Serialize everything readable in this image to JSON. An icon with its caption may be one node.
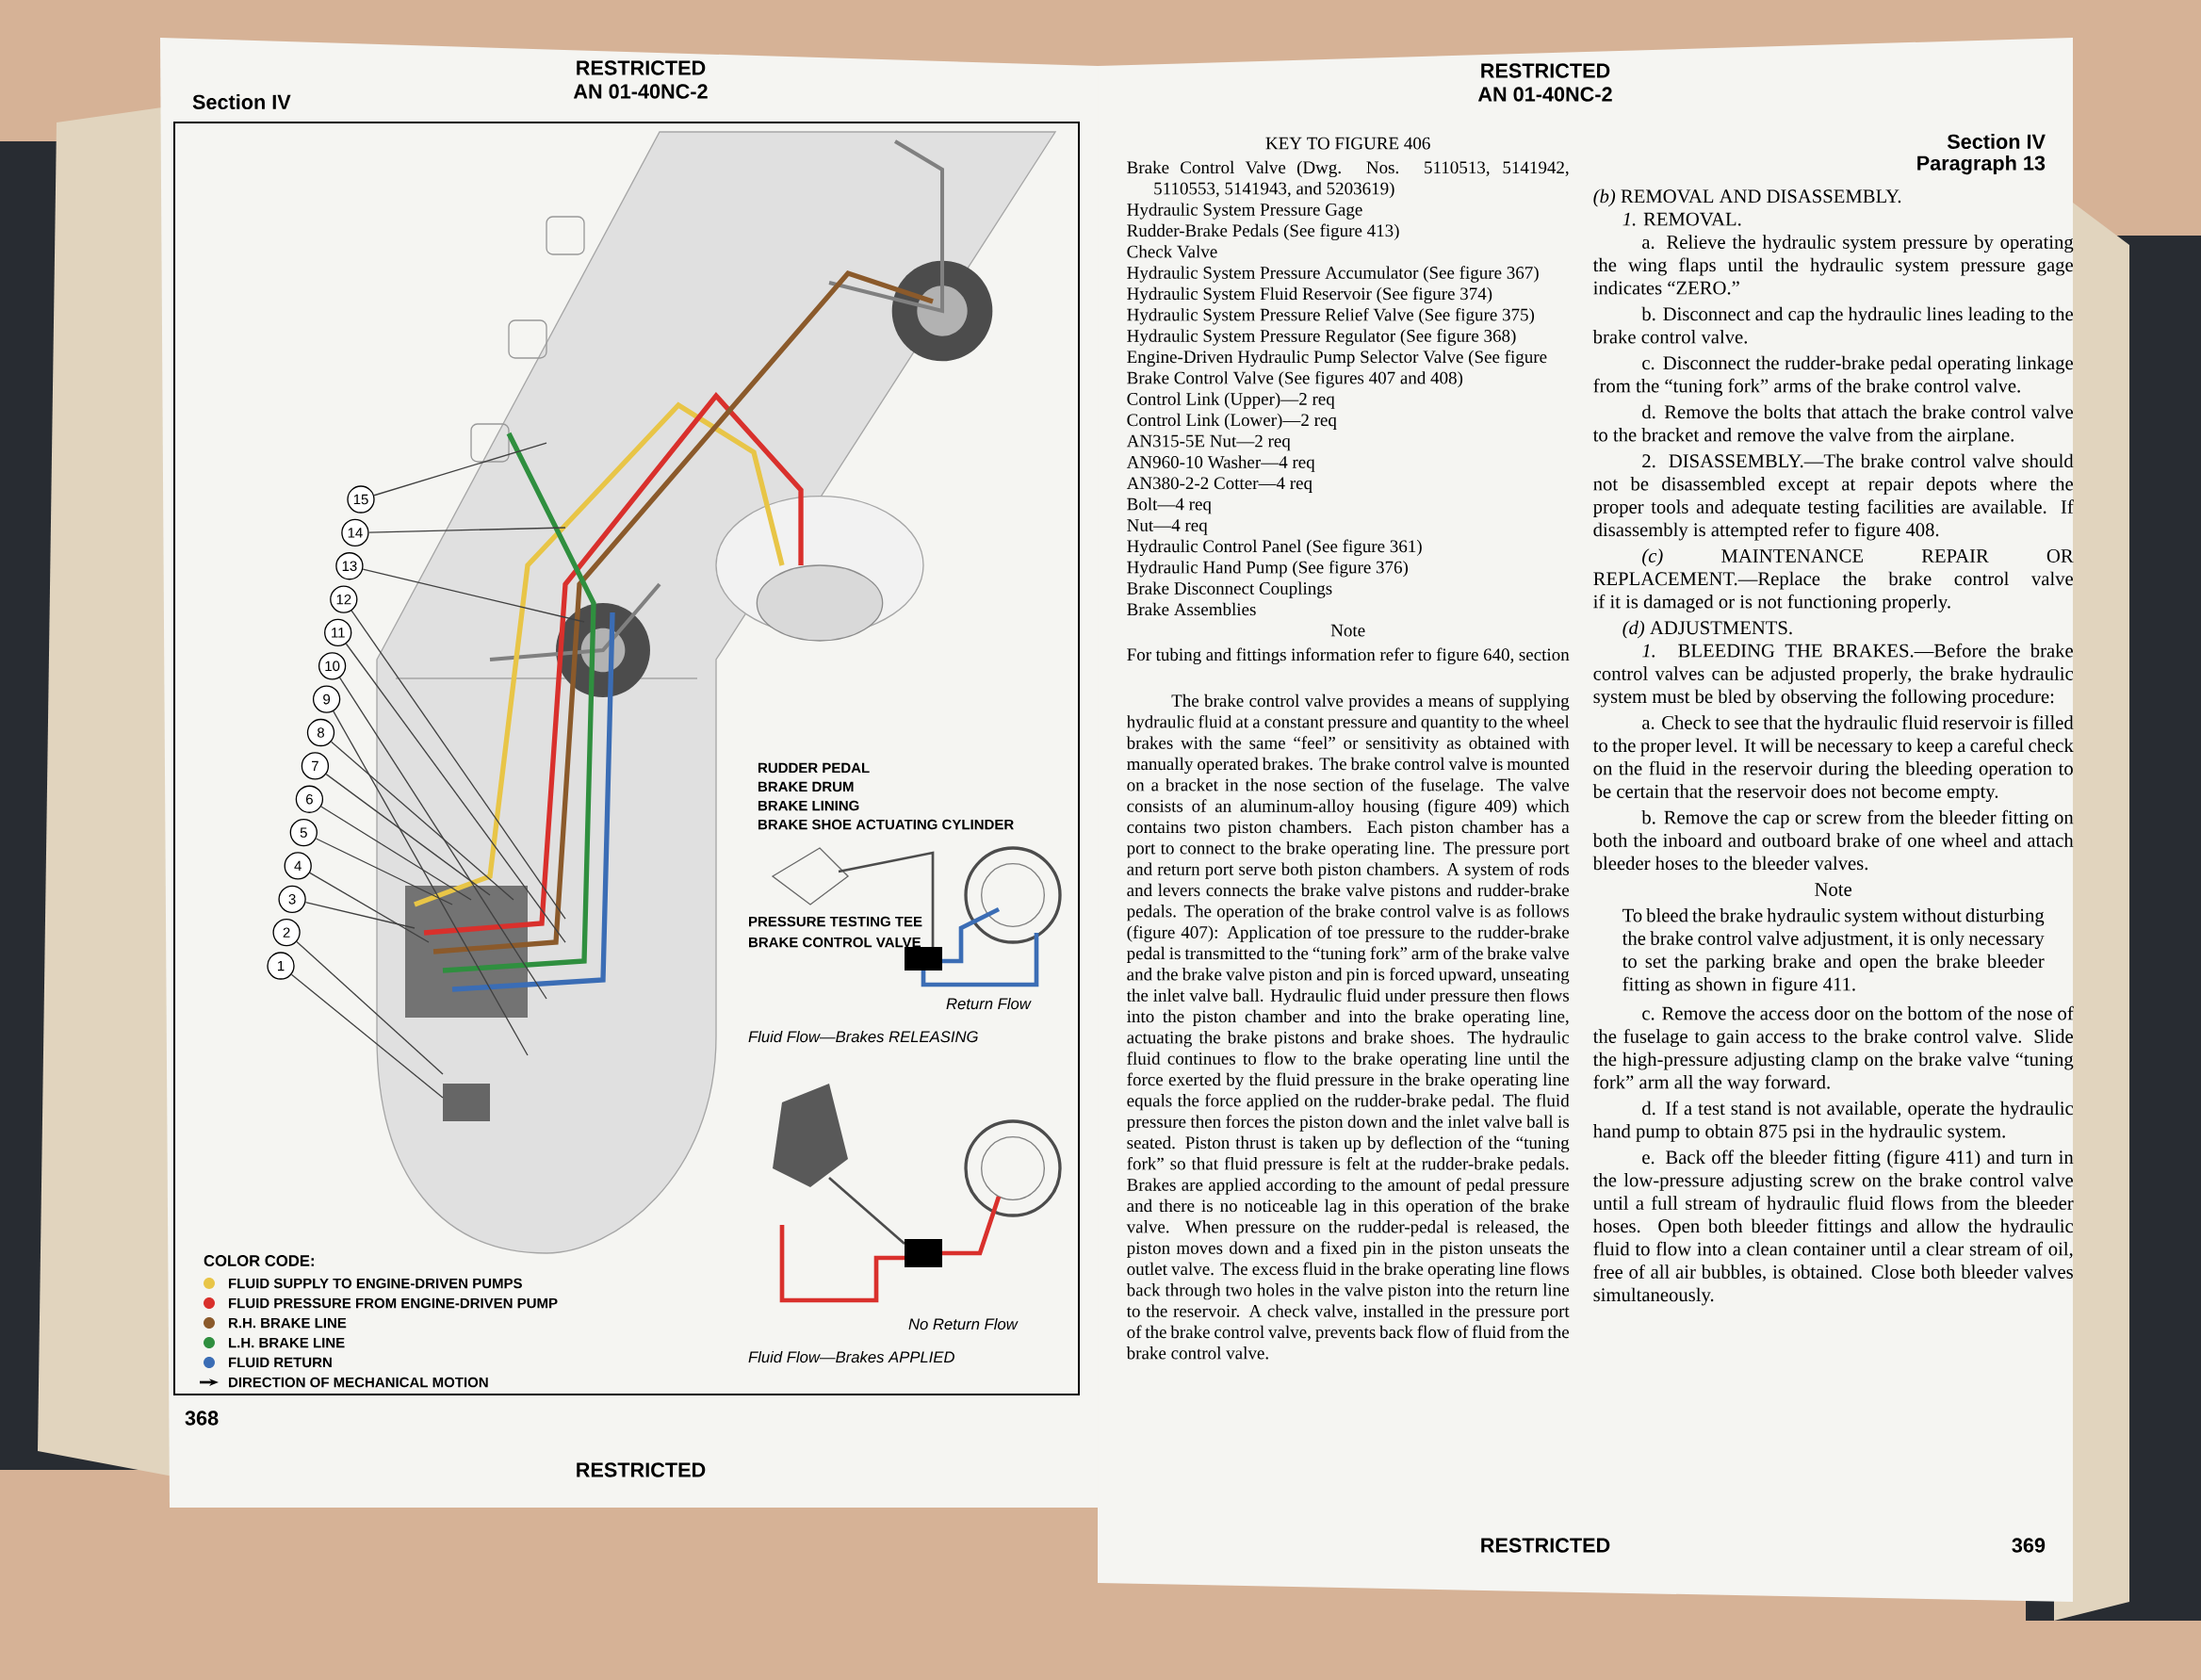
{
  "diagram": {
    "nodes": [
      {
        "text": [
          "1"
        ]
      },
      {
        "text": [
          "2"
        ]
      },
      {
        "text": [
          "3"
        ]
      },
      {
        "text": [
          "4"
        ]
      },
      {
        "text": [
          "5"
        ]
      },
      {
        "text": [
          "6"
        ]
      },
      {
        "text": [
          "7"
        ]
      },
      {
        "text": [
          "8"
        ]
      },
      {
        "text": [
          "9"
        ]
      },
      {
        "text": [
          "10"
        ]
      },
      {
        "text": [
          "11"
        ]
      },
      {
        "text": [
          "12"
        ]
      },
      {
        "text": [
          "13"
        ]
      },
      {
        "text": [
          "14"
        ]
      },
      {
        "text": [
          "15"
        ]
      }
    ],
    "edges": [
      {
        "from": 0,
        "to": null,
        "arrow": "none"
      },
      {
        "from": 1,
        "to": null,
        "arrow": "none"
      },
      {
        "from": 2,
        "to": null,
        "arrow": "none"
      },
      {
        "from": 3,
        "to": null,
        "arrow": "none"
      },
      {
        "from": 4,
        "to": null,
        "arrow": "none"
      },
      {
        "from": 5,
        "to": null,
        "arrow": "none"
      },
      {
        "from": 6,
        "to": null,
        "arrow": "none"
      },
      {
        "from": 7,
        "to": null,
        "arrow": "none"
      },
      {
        "from": 8,
        "to": null,
        "arrow": "none"
      },
      {
        "from": 9,
        "to": null,
        "arrow": "none"
      },
      {
        "from": 10,
        "to": null,
        "arrow": "none"
      },
      {
        "from": 11,
        "to": null,
        "arrow": "none"
      },
      {
        "from": 12,
        "to": null,
        "arrow": "none"
      },
      {
        "from": 13,
        "to": null,
        "arrow": "none"
      },
      {
        "from": 14,
        "to": null,
        "arrow": "none"
      }
    ],
    "labels": [
      "Section IV",
      "RESTRICTED",
      "AN 01-40NC-2",
      "COLOR CODE:",
      "RUDDER PEDAL",
      "BRAKE DRUM",
      "BRAKE LINING",
      "BRAKE SHOE ACTUATING CYLINDER",
      "PRESSURE TESTING TEE",
      "BRAKE CONTROL VALVE",
      "Return Flow",
      "Fluid Flow—Brakes RELEASING",
      "No Return Flow",
      "Fluid Flow—Brakes APPLIED",
      "368",
      "RESTRICTED",
      "RESTRICTED",
      "AN 01-40NC-2",
      "Section IV",
      "Paragraph 13",
      "KEY TO FIGURE 406",
      "Brake Control Valve (Dwg. Nos. 5110513, 5141942, 5110553, 5141943, and 5203619)",
      "Hydraulic System Pressure Gage",
      "Rudder-Brake Pedals (See figure 413)",
      "Check Valve",
      "Hydraulic System Pressure Accumulator (See figure 367)",
      "Hydraulic System Fluid Reservoir (See figure 374)",
      "Hydraulic System Pressure Relief Valve (See figure 375)",
      "Hydraulic System Pressure Regulator (See figure 368)",
      "Engine-Driven Hydraulic Pump Selector Valve (See figure",
      "Brake Control Valve (See figures 407 and 408)",
      "Control Link (Upper)—2 req",
      "Control Link (Lower)—2 req",
      "AN315-5E Nut—2 req",
      "AN960-10 Washer—4 req",
      "AN380-2-2 Cotter—4 req",
      "Bolt—4 req",
      "Nut—4 req",
      "Hydraulic Control Panel (See figure 361)",
      "Hydraulic Hand Pump (See figure 376)",
      "Brake Disconnect Couplings",
      "Brake Assemblies",
      "Note",
      "For tubing and fittings information refer to figure 640, section",
      "The brake control valve provides a means of supplying hydraulic fluid at a constant pressure and quantity to the wheel brakes with the same “feel” or sensitivity as obtained with manually operated brakes. The brake control valve is mounted on a bracket in the nose section of the fuselage. The valve consists of an aluminum-alloy housing (figure 409) which contains two piston chambers. Each piston chamber has a port to connect to the brake operating line. The pressure port and return port serve both piston chambers. A system of rods and levers connects the brake valve pistons and rudder-brake pedals. The operation of the brake control valve is as follows (figure 407): Application of toe pressure to the rudder-brake pedal is transmitted to the “tuning fork” arm of the brake valve and the brake valve piston and pin is forced upward, unseating the inlet valve ball. Hydraulic fluid under pressure then flows into the piston chamber and into the brake operating line, actuating the brake pistons and brake shoes. The hydraulic fluid continues to flow to the brake operating line until the force exerted by the fluid pressure in the brake operating line equals the force applied on the rudder-brake pedal. The fluid pressure then forces the piston down and the inlet valve ball is seated. Piston thrust is taken up by deflection of the “tuning fork” so that fluid pressure is felt at the rudder-brake pedals. Brakes are applied according to the amount of pedal pressure and there is no noticeable lag in this operation of the brake valve. When pressure on the rudder-pedal is released, the piston moves down and a fixed pin in the piston unseats the outlet valve. The excess fluid in the brake operating line flows back through two holes in the valve piston into the return line to the reservoir. A check valve, installed in the pressure port of the brake control valve, prevents back flow of fluid from the brake control valve.",
      "*(b)* REMOVAL AND DISASSEMBLY.",
      "*1.* REMOVAL.",
      "a. Relieve the hydraulic system pressure by operating the wing flaps until the hydraulic system pressure gage indicates “ZERO.”",
      "b. Disconnect and cap the hydraulic lines leading to the brake control valve.",
      "c. Disconnect the rudder-brake pedal operating linkage from the “tuning fork” arms of the brake control valve.",
      "d. Remove the bolts that attach the brake control valve to the bracket and remove the valve from the airplane.",
      "2. DISASSEMBLY.—The brake control valve should not be disassembled except at repair depots where the proper tools and adequate testing facilities are available. If disassembly is attempted refer to figure 408.",
      "*(c)* MAINTENANCE REPAIR OR REPLACEMENT.—Replace the brake control valve if it is damaged or is not functioning properly.",
      "*(d)* ADJUSTMENTS.",
      "*1.* BLEEDING THE BRAKES.—Before the brake control valves can be adjusted properly, the brake hydraulic system must be bled by observing the following procedure:",
      "a. Check to see that the hydraulic fluid reservoir is filled to the proper level. It will be necessary to keep a careful check on the fluid in the reservoir during the bleeding operation to be certain that the reservoir does not become empty.",
      "b. Remove the cap or screw from the bleeder fitting on both the inboard and outboard brake of one wheel and attach bleeder hoses to the bleeder valves.",
      "Note",
      "To bleed the brake hydraulic system without disturbing the brake control valve adjustment, it is only necessary to set the parking brake and open the brake bleeder fitting as shown in figure 411.",
      "c. Remove the access door on the bottom of the nose of the fuselage to gain access to the brake control valve. Slide the high-pressure adjusting clamp on the brake valve “tuning fork” arm all the way forward.",
      "d. If a test stand is not available, operate the hydraulic hand pump to obtain 875 psi in the hydraulic system.",
      "e. Back off the bleeder fitting (figure 411) and turn in the low-pressure adjusting screw on the brake control valve until a full stream of hydraulic fluid flows from the bleeder hoses. Open both bleeder fittings and allow the hydraulic fluid to flow into a clean container until a clear stream of oil, free of all air bubbles, is obtained. Close both bleeder valves simultaneously.",
      "RESTRICTED",
      "369"
    ],
    "legend": [
      {
        "text": "FLUID SUPPLY TO ENGINE-DRIVEN PUMPS",
        "color": "#e8c547"
      },
      {
        "text": "FLUID PRESSURE FROM ENGINE-DRIVEN PUMP",
        "color": "#d9302c"
      },
      {
        "text": "R.H. BRAKE LINE",
        "color": "#8b5a2b"
      },
      {
        "text": "L.H. BRAKE LINE",
        "color": "#2f8f3f"
      },
      {
        "text": "FLUID RETURN",
        "color": "#3b6db5"
      },
      {
        "text": "DIRECTION OF MECHANICAL MOTION"
      }
    ]
  }
}
